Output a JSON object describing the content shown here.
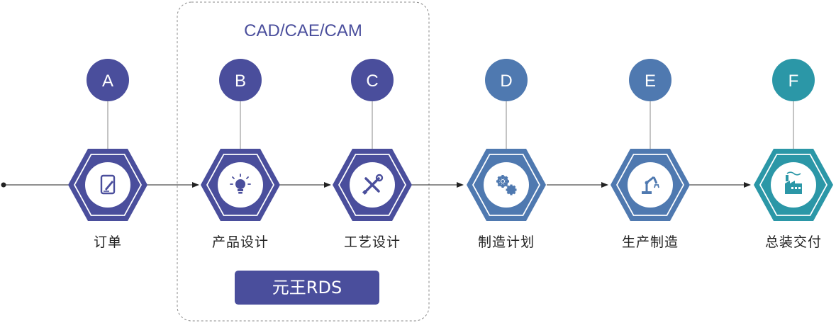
{
  "group": {
    "title": "CAD/CAE/CAM",
    "product_label": "元王RDS"
  },
  "colors": {
    "indigo": "#4a4e9c",
    "blue": "#4f79b0",
    "teal": "#2b97a7",
    "line": "#222222"
  },
  "steps": [
    {
      "letter": "A",
      "label": "订单",
      "icon": "tablet-pen-icon",
      "color": "indigo"
    },
    {
      "letter": "B",
      "label": "产品设计",
      "icon": "lightbulb-icon",
      "color": "indigo"
    },
    {
      "letter": "C",
      "label": "工艺设计",
      "icon": "wrench-screwdriver-icon",
      "color": "indigo"
    },
    {
      "letter": "D",
      "label": "制造计划",
      "icon": "gears-icon",
      "color": "blue"
    },
    {
      "letter": "E",
      "label": "生产制造",
      "icon": "robot-arm-icon",
      "color": "blue"
    },
    {
      "letter": "F",
      "label": "总装交付",
      "icon": "factory-icon",
      "color": "teal"
    }
  ]
}
